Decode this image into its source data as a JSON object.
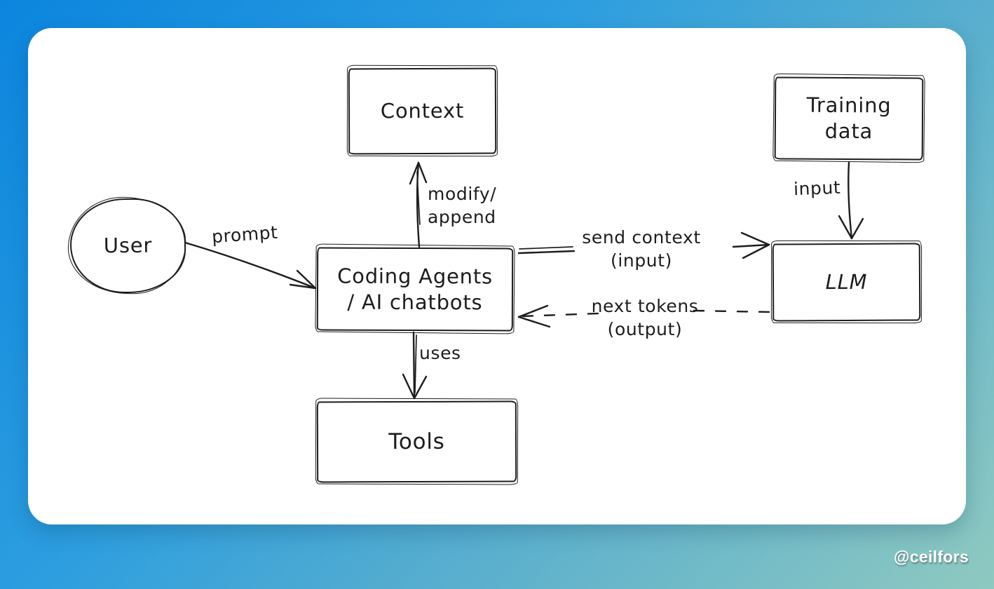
{
  "page": {
    "watermark": "@ceilfors"
  },
  "colors": {
    "background_gradient_start": "#0b85de",
    "background_gradient_end": "#8fc9c0",
    "card_background": "#ffffff",
    "ink": "#1d1d1d"
  },
  "diagram": {
    "nodes": {
      "context": {
        "label": "Context",
        "shape": "rectangle"
      },
      "training_data": {
        "line1": "Training",
        "line2": "data",
        "shape": "rectangle"
      },
      "user": {
        "label": "User",
        "shape": "ellipse"
      },
      "coding_agents": {
        "line1": "Coding Agents",
        "line2": "/ AI chatbots",
        "shape": "rectangle"
      },
      "llm": {
        "label": "LLM",
        "shape": "rectangle"
      },
      "tools": {
        "label": "Tools",
        "shape": "rectangle"
      }
    },
    "edges": {
      "prompt": {
        "label": "prompt",
        "from": "user",
        "to": "coding_agents",
        "style": "solid"
      },
      "modify_append": {
        "line1": "modify/",
        "line2": "append",
        "from": "coding_agents",
        "to": "context",
        "style": "solid"
      },
      "send_context": {
        "line1": "send context",
        "line2": "(input)",
        "from": "coding_agents",
        "to": "llm",
        "style": "solid"
      },
      "input": {
        "label": "input",
        "from": "training_data",
        "to": "llm",
        "style": "solid"
      },
      "next_tokens": {
        "line1": "next tokens",
        "line2": "(output)",
        "from": "llm",
        "to": "coding_agents",
        "style": "dashed"
      },
      "uses": {
        "label": "uses",
        "from": "coding_agents",
        "to": "tools",
        "style": "solid"
      }
    }
  }
}
